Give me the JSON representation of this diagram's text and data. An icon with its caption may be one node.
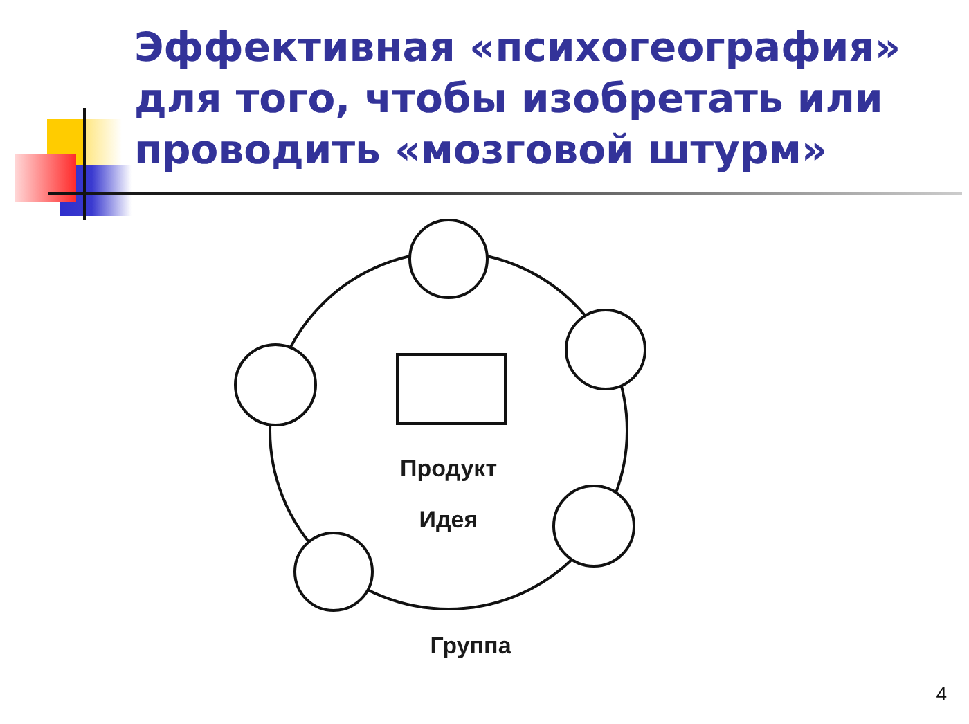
{
  "diagram": {
    "title": "Эффективная «психогеография» для того, чтобы изобретать или проводить «мозговой штурм»",
    "nodes": [
      {
        "text": [],
        "shape": "circle",
        "beside": [
          "Группа"
        ]
      },
      {
        "text": [],
        "shape": "box",
        "in": 0,
        "beside": [
          "Продукт",
          "Идея"
        ]
      },
      {
        "text": [],
        "shape": "circle"
      },
      {
        "text": [],
        "shape": "circle"
      },
      {
        "text": [],
        "shape": "circle"
      },
      {
        "text": [],
        "shape": "circle"
      },
      {
        "text": [],
        "shape": "circle"
      }
    ],
    "labels": [
      "4"
    ]
  }
}
